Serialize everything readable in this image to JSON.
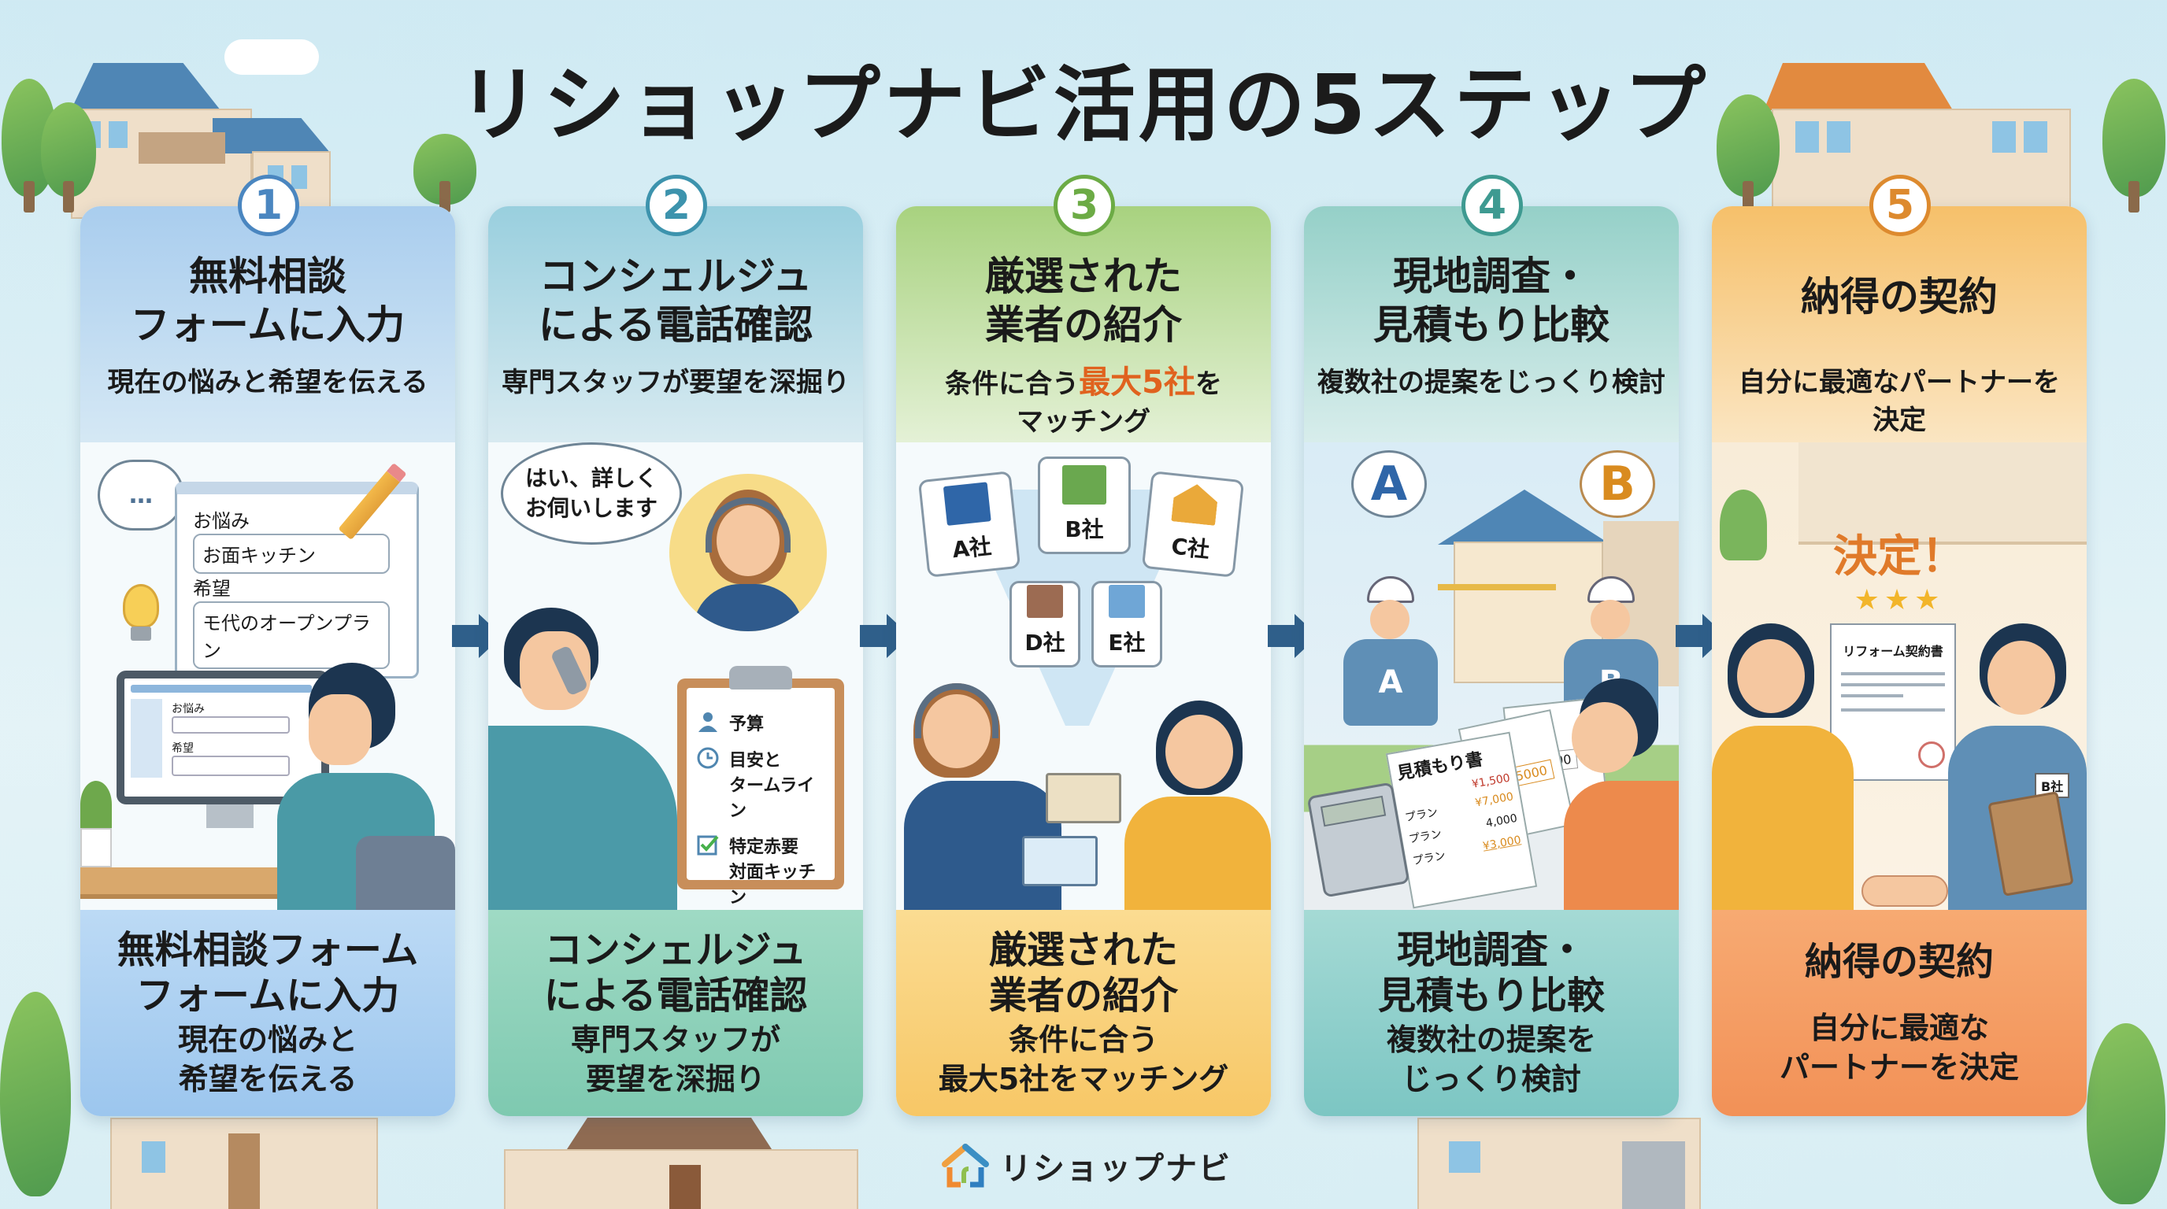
{
  "title": "リショップナビ活用の5ステップ",
  "brand": {
    "name": "リショップナビ",
    "logo_icon": "house-logo-icon"
  },
  "colors": {
    "step1": "#4a86c0",
    "step2": "#3d93ad",
    "step3": "#6cab45",
    "step4": "#3e9a91",
    "step5": "#dd8a2e",
    "arrow": "#2f5f8a",
    "highlight": "#e0621e"
  },
  "steps": [
    {
      "number": "1",
      "title_line1": "無料相談",
      "title_line2": "フォームに入力",
      "subtitle": "現在の悩みと希望を伝える",
      "illustration": {
        "thought_bubble": "…",
        "form": {
          "field1_label": "お悩み",
          "field1_value": "お面キッチン",
          "field2_label": "希望",
          "field2_value": "モ代のオープンプラン"
        },
        "monitor_form": {
          "label1": "お悩み",
          "label2": "希望"
        }
      },
      "bottom_title_line1": "無料相談フォーム",
      "bottom_title_line2": "フォームに入力",
      "bottom_sub_line1": "現在の悩みと",
      "bottom_sub_line2": "希望を伝える"
    },
    {
      "number": "2",
      "title_line1": "コンシェルジュ",
      "title_line2": "による電話確認",
      "subtitle": "専門スタッフが要望を深掘り",
      "illustration": {
        "speech_line1": "はい、詳しく",
        "speech_line2": "お伺いします",
        "clipboard": [
          {
            "icon": "person-icon",
            "text": "予算"
          },
          {
            "icon": "clock-icon",
            "text": "目安と\nタームライン"
          },
          {
            "icon": "checkbox-icon",
            "text": "特定赤要\n対面キッチン"
          }
        ]
      },
      "bottom_title_line1": "コンシェルジュ",
      "bottom_title_line2": "による電話確認",
      "bottom_sub_line1": "専門スタッフが",
      "bottom_sub_line2": "要望を深掘り"
    },
    {
      "number": "3",
      "title_line1": "厳選された",
      "title_line2": "業者の紹介",
      "subtitle_pre": "条件に合う",
      "subtitle_highlight": "最大5社",
      "subtitle_post": "を",
      "subtitle_line2": "マッチング",
      "illustration": {
        "companies": [
          "A社",
          "B社",
          "C社",
          "D社",
          "E社"
        ]
      },
      "bottom_title_line1": "厳選された",
      "bottom_title_line2": "業者の紹介",
      "bottom_sub_line1": "条件に合う",
      "bottom_sub_line2": "最大5社をマッチング"
    },
    {
      "number": "4",
      "title_line1": "現地調査・",
      "title_line2": "見積もり比較",
      "subtitle": "複数社の提案をじっくり検討",
      "illustration": {
        "bubble_a": "A",
        "bubble_b": "B",
        "worker_a": "A",
        "worker_b": "B",
        "estimate_title": "見積もり書",
        "estimate_rows": [
          {
            "label": "",
            "value": "¥1,500"
          },
          {
            "label": "プラン",
            "value": "¥7,000"
          },
          {
            "label": "プラン",
            "value": "4,000"
          },
          {
            "label": "プラン",
            "value": "¥3,000"
          }
        ],
        "doc2_value": "5000",
        "doc3_value": "600"
      },
      "bottom_title_line1": "現地調査・",
      "bottom_title_line2": "見積もり比較",
      "bottom_sub_line1": "複数社の提案を",
      "bottom_sub_line2": "じっくり検討"
    },
    {
      "number": "5",
      "title_line1": "納得の契約",
      "subtitle_line1": "自分に最適なパートナーを",
      "subtitle_line2": "決定",
      "illustration": {
        "decision_text": "決定！",
        "stars": 3,
        "contract_title": "リフォーム契約書",
        "badge": "B社"
      },
      "bottom_title_line1": "納得の契約",
      "bottom_sub_line1": "自分に最適な",
      "bottom_sub_line2": "パートナーを決定"
    }
  ]
}
